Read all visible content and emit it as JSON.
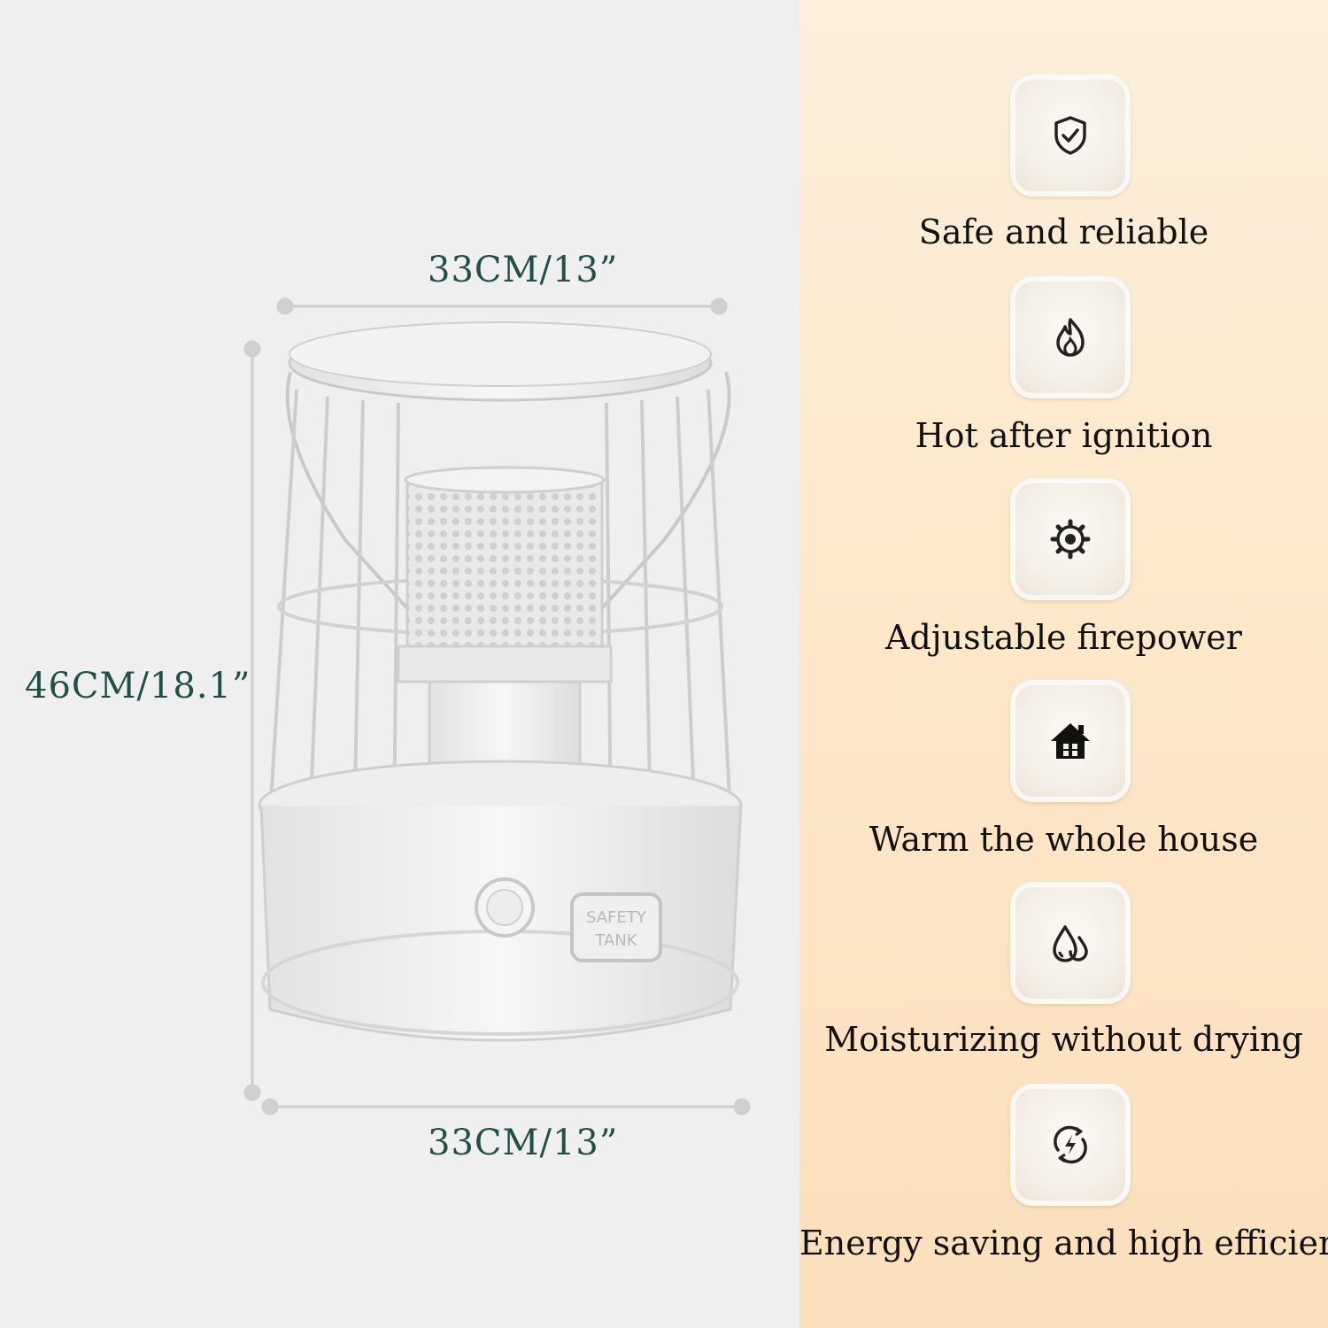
{
  "dimensions": {
    "width_top": "33CM/13”",
    "width_bottom": "33CM/13”",
    "height": "46CM/18.1”"
  },
  "product": {
    "badge_line1": "SAFETY",
    "badge_line2": "TANK"
  },
  "features": [
    {
      "icon": "shield-check-icon",
      "label": "Safe and reliable"
    },
    {
      "icon": "flame-icon",
      "label": "Hot after ignition"
    },
    {
      "icon": "gear-icon",
      "label": "Adjustable firepower"
    },
    {
      "icon": "house-icon",
      "label": "Warm the whole house"
    },
    {
      "icon": "water-drops-icon",
      "label": "Moisturizing without drying"
    },
    {
      "icon": "energy-cycle-icon",
      "label": "Energy saving and high efficiency"
    }
  ],
  "colors": {
    "dimension_text": "#1f4f45",
    "left_background": "#efefef",
    "right_background": "#fde8cb"
  }
}
